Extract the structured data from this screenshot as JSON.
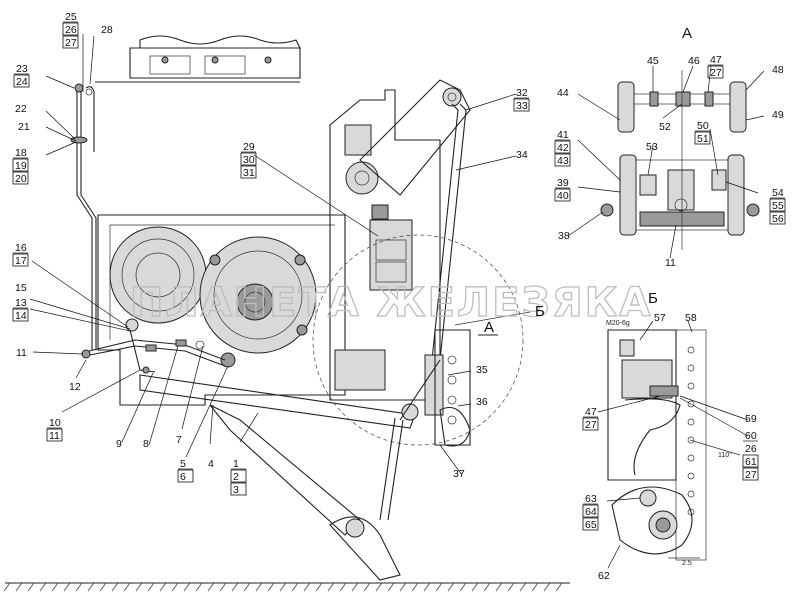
{
  "view_titles": {
    "view_a": "А",
    "view_b": "Б"
  },
  "section_marks": {
    "a": "А",
    "b": "Б"
  },
  "dimension_notes": {
    "thread": "M20-6g",
    "angle": "110°",
    "gap": "2.5"
  },
  "watermark": "ПЛАНЕТА ЖЕЛЕЗЯКА",
  "callouts": [
    {
      "key": "c25",
      "lines": [
        "25",
        "26",
        "27"
      ],
      "boxed": [
        false,
        true,
        true
      ]
    },
    {
      "key": "c28",
      "lines": [
        "28"
      ],
      "boxed": [
        false
      ]
    },
    {
      "key": "c23",
      "lines": [
        "23",
        "24"
      ],
      "boxed": [
        false,
        true
      ]
    },
    {
      "key": "c22",
      "lines": [
        "22"
      ],
      "boxed": [
        false
      ]
    },
    {
      "key": "c21",
      "lines": [
        "21"
      ],
      "boxed": [
        false
      ]
    },
    {
      "key": "c18",
      "lines": [
        "18",
        "19",
        "20"
      ],
      "boxed": [
        false,
        true,
        true
      ]
    },
    {
      "key": "c16",
      "lines": [
        "16",
        "17"
      ],
      "boxed": [
        false,
        true
      ]
    },
    {
      "key": "c15",
      "lines": [
        "15"
      ],
      "boxed": [
        false
      ]
    },
    {
      "key": "c13",
      "lines": [
        "13",
        "14"
      ],
      "boxed": [
        false,
        true
      ]
    },
    {
      "key": "c11",
      "lines": [
        "11"
      ],
      "boxed": [
        false
      ]
    },
    {
      "key": "c12",
      "lines": [
        "12"
      ],
      "boxed": [
        false
      ]
    },
    {
      "key": "c10",
      "lines": [
        "10",
        "11"
      ],
      "boxed": [
        false,
        true
      ]
    },
    {
      "key": "c9",
      "lines": [
        "9"
      ],
      "boxed": [
        false
      ]
    },
    {
      "key": "c8",
      "lines": [
        "8"
      ],
      "boxed": [
        false
      ]
    },
    {
      "key": "c7",
      "lines": [
        "7"
      ],
      "boxed": [
        false
      ]
    },
    {
      "key": "c5",
      "lines": [
        "5",
        "6"
      ],
      "boxed": [
        false,
        true
      ]
    },
    {
      "key": "c4",
      "lines": [
        "4"
      ],
      "boxed": [
        false
      ]
    },
    {
      "key": "c1",
      "lines": [
        "1",
        "2",
        "3"
      ],
      "boxed": [
        false,
        true,
        true
      ]
    },
    {
      "key": "c29",
      "lines": [
        "29",
        "30",
        "31"
      ],
      "boxed": [
        false,
        true,
        true
      ]
    },
    {
      "key": "c32",
      "lines": [
        "32",
        "33"
      ],
      "boxed": [
        false,
        true
      ]
    },
    {
      "key": "c34",
      "lines": [
        "34"
      ],
      "boxed": [
        false
      ]
    },
    {
      "key": "c35",
      "lines": [
        "35"
      ],
      "boxed": [
        false
      ]
    },
    {
      "key": "c36",
      "lines": [
        "36"
      ],
      "boxed": [
        false
      ]
    },
    {
      "key": "c37",
      "lines": [
        "37"
      ],
      "boxed": [
        false
      ]
    },
    {
      "key": "c45",
      "lines": [
        "45"
      ],
      "boxed": [
        false
      ]
    },
    {
      "key": "c46",
      "lines": [
        "46"
      ],
      "boxed": [
        false
      ]
    },
    {
      "key": "c47a",
      "lines": [
        "47",
        "27"
      ],
      "boxed": [
        false,
        true
      ]
    },
    {
      "key": "c48",
      "lines": [
        "48"
      ],
      "boxed": [
        false
      ]
    },
    {
      "key": "c44",
      "lines": [
        "44"
      ],
      "boxed": [
        false
      ]
    },
    {
      "key": "c49",
      "lines": [
        "49"
      ],
      "boxed": [
        false
      ]
    },
    {
      "key": "c52",
      "lines": [
        "52"
      ],
      "boxed": [
        false
      ]
    },
    {
      "key": "c50",
      "lines": [
        "50",
        "51"
      ],
      "boxed": [
        false,
        true
      ]
    },
    {
      "key": "c41",
      "lines": [
        "41",
        "42",
        "43"
      ],
      "boxed": [
        false,
        true,
        true
      ]
    },
    {
      "key": "c53",
      "lines": [
        "53"
      ],
      "boxed": [
        false
      ]
    },
    {
      "key": "c39",
      "lines": [
        "39",
        "40"
      ],
      "boxed": [
        false,
        true
      ]
    },
    {
      "key": "c54",
      "lines": [
        "54",
        "55",
        "56"
      ],
      "boxed": [
        false,
        true,
        true
      ]
    },
    {
      "key": "c38",
      "lines": [
        "38"
      ],
      "boxed": [
        false
      ]
    },
    {
      "key": "c11b",
      "lines": [
        "11"
      ],
      "boxed": [
        false
      ]
    },
    {
      "key": "c57",
      "lines": [
        "57"
      ],
      "boxed": [
        false
      ]
    },
    {
      "key": "c58",
      "lines": [
        "58"
      ],
      "boxed": [
        false
      ]
    },
    {
      "key": "c47b",
      "lines": [
        "47",
        "27"
      ],
      "boxed": [
        false,
        true
      ]
    },
    {
      "key": "c59",
      "lines": [
        "59"
      ],
      "boxed": [
        false
      ]
    },
    {
      "key": "c60",
      "lines": [
        "60",
        "26",
        "61",
        "27"
      ],
      "boxed": [
        false,
        false,
        true,
        true
      ]
    },
    {
      "key": "c63",
      "lines": [
        "63",
        "64",
        "65"
      ],
      "boxed": [
        false,
        true,
        true
      ]
    },
    {
      "key": "c62",
      "lines": [
        "62"
      ],
      "boxed": [
        false
      ]
    }
  ]
}
